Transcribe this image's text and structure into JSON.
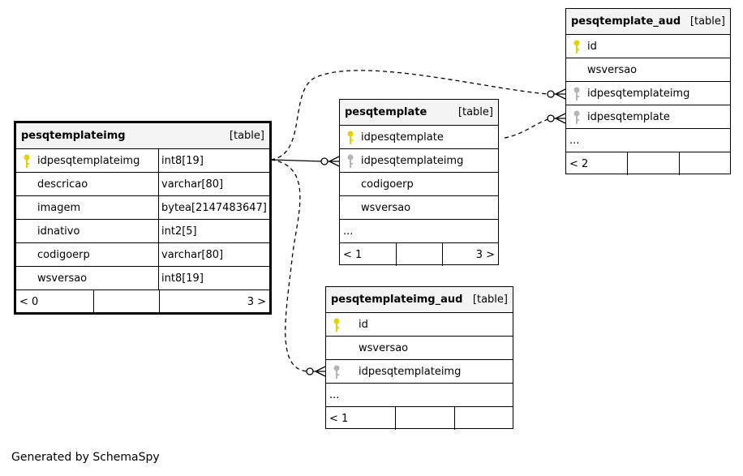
{
  "tables": {
    "pesqtemplateimg": {
      "name": "pesqtemplateimg",
      "kind": "[table]",
      "columns": [
        {
          "name": "idpesqtemplateimg",
          "type": "int8[19]",
          "key": "primary"
        },
        {
          "name": "descricao",
          "type": "varchar[80]",
          "key": "none"
        },
        {
          "name": "imagem",
          "type": "bytea[2147483647]",
          "key": "none"
        },
        {
          "name": "idnativo",
          "type": "int2[5]",
          "key": "none"
        },
        {
          "name": "codigoerp",
          "type": "varchar[80]",
          "key": "none"
        },
        {
          "name": "wsversao",
          "type": "int8[19]",
          "key": "none"
        }
      ],
      "footer": {
        "parents": "< 0",
        "middle": "",
        "children": "3 >"
      }
    },
    "pesqtemplate": {
      "name": "pesqtemplate",
      "kind": "[table]",
      "columns": [
        {
          "name": "idpesqtemplate",
          "key": "primary"
        },
        {
          "name": "idpesqtemplateimg",
          "key": "foreign"
        },
        {
          "name": "codigoerp",
          "key": "none"
        },
        {
          "name": "wsversao",
          "key": "none"
        }
      ],
      "more": "...",
      "footer": {
        "parents": "< 1",
        "middle": "",
        "children": "3 >"
      }
    },
    "pesqtemplate_aud": {
      "name": "pesqtemplate_aud",
      "kind": "[table]",
      "columns": [
        {
          "name": "id",
          "key": "primary"
        },
        {
          "name": "wsversao",
          "key": "none"
        },
        {
          "name": "idpesqtemplateimg",
          "key": "foreign"
        },
        {
          "name": "idpesqtemplate",
          "key": "foreign"
        }
      ],
      "more": "...",
      "footer": {
        "parents": "< 2",
        "middle": "",
        "children": ""
      }
    },
    "pesqtemplateimg_aud": {
      "name": "pesqtemplateimg_aud",
      "kind": "[table]",
      "columns": [
        {
          "name": "id",
          "key": "primary"
        },
        {
          "name": "wsversao",
          "key": "none"
        },
        {
          "name": "idpesqtemplateimg",
          "key": "foreign"
        }
      ],
      "more": "...",
      "footer": {
        "parents": "< 1",
        "middle": "",
        "children": ""
      }
    }
  },
  "colors": {
    "primary_key": "#e6d200",
    "foreign_key": "#b5b5b5",
    "header_bg": "#f4f4f4"
  },
  "generated_by": "Generated by SchemaSpy"
}
